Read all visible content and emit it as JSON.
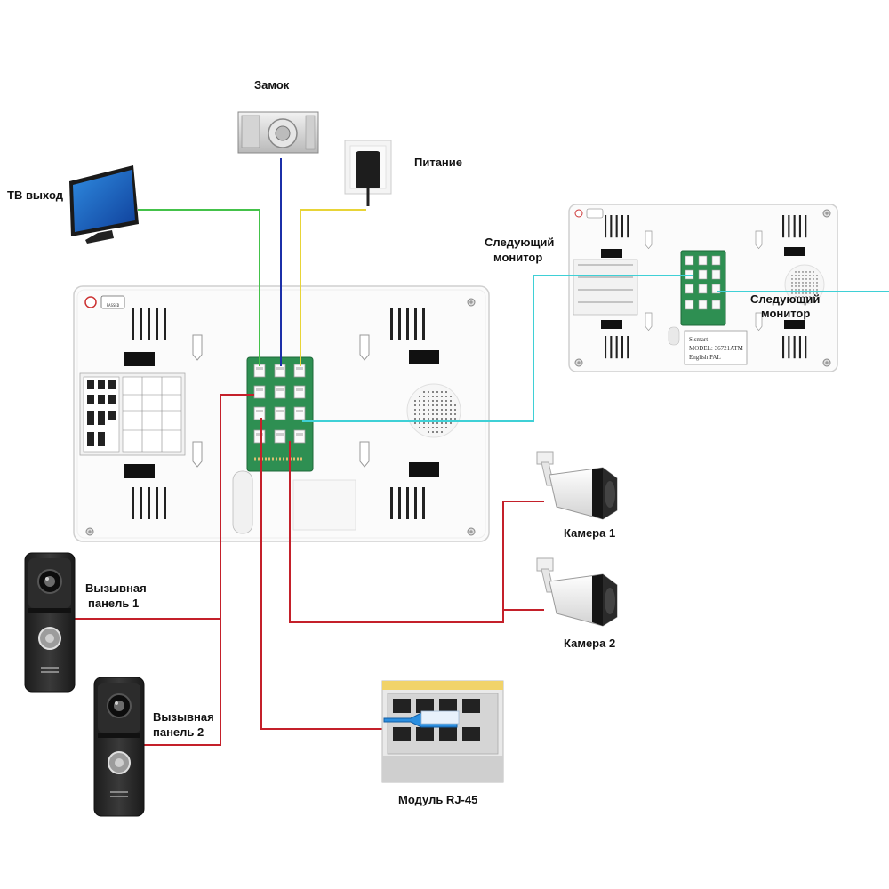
{
  "labels": {
    "lock": "Замок",
    "power": "Питание",
    "tv_out": "ТВ выход",
    "next_monitor_1_line1": "Следующий",
    "next_monitor_1_line2": "монитор",
    "next_monitor_2_line1": "Следующий",
    "next_monitor_2_line2": "монитор",
    "camera_1": "Камера 1",
    "camera_2": "Камера 2",
    "call_panel_1_line1": "Вызывная",
    "call_panel_1_line2": "панель 1",
    "call_panel_2_line1": "Вызывная",
    "call_panel_2_line2": "панель 2",
    "rj45": "Модуль RJ-45"
  },
  "monitor_plate": {
    "brand": "S.smart",
    "model": "MODEL: 36721ATM",
    "system": "English PAL"
  },
  "monitor_badge": "PASSED",
  "colors": {
    "tv_wire": "#44c24a",
    "lock_wire": "#1b2fa8",
    "power_wire": "#e8d437",
    "network_wire": "#3fd0d6",
    "device_wire": "#c4202a",
    "pcb": "#2e8f52"
  },
  "icons": [
    "tv-icon",
    "lock-icon",
    "power-adapter-icon",
    "camera-icon",
    "call-panel-icon",
    "network-switch-icon"
  ]
}
